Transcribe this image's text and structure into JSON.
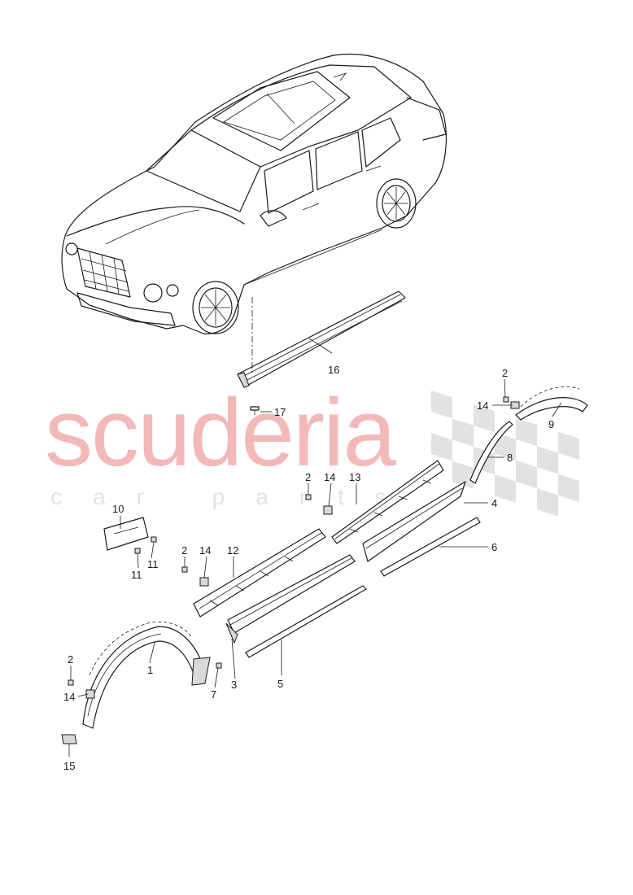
{
  "watermark": {
    "brand": "scuderia",
    "tagline": "car parts",
    "brand_color": "#f3b8b8",
    "check_color": "#e2e2e2"
  },
  "callouts": {
    "c1": "1",
    "c2a": "2",
    "c2b": "2",
    "c2c": "2",
    "c2d": "2",
    "c3": "3",
    "c4": "4",
    "c5": "5",
    "c6": "6",
    "c7": "7",
    "c8": "8",
    "c9": "9",
    "c10": "10",
    "c11a": "11",
    "c11b": "11",
    "c12": "12",
    "c13": "13",
    "c14a": "14",
    "c14b": "14",
    "c14c": "14",
    "c14d": "14",
    "c15": "15",
    "c16": "16",
    "c17": "17"
  }
}
